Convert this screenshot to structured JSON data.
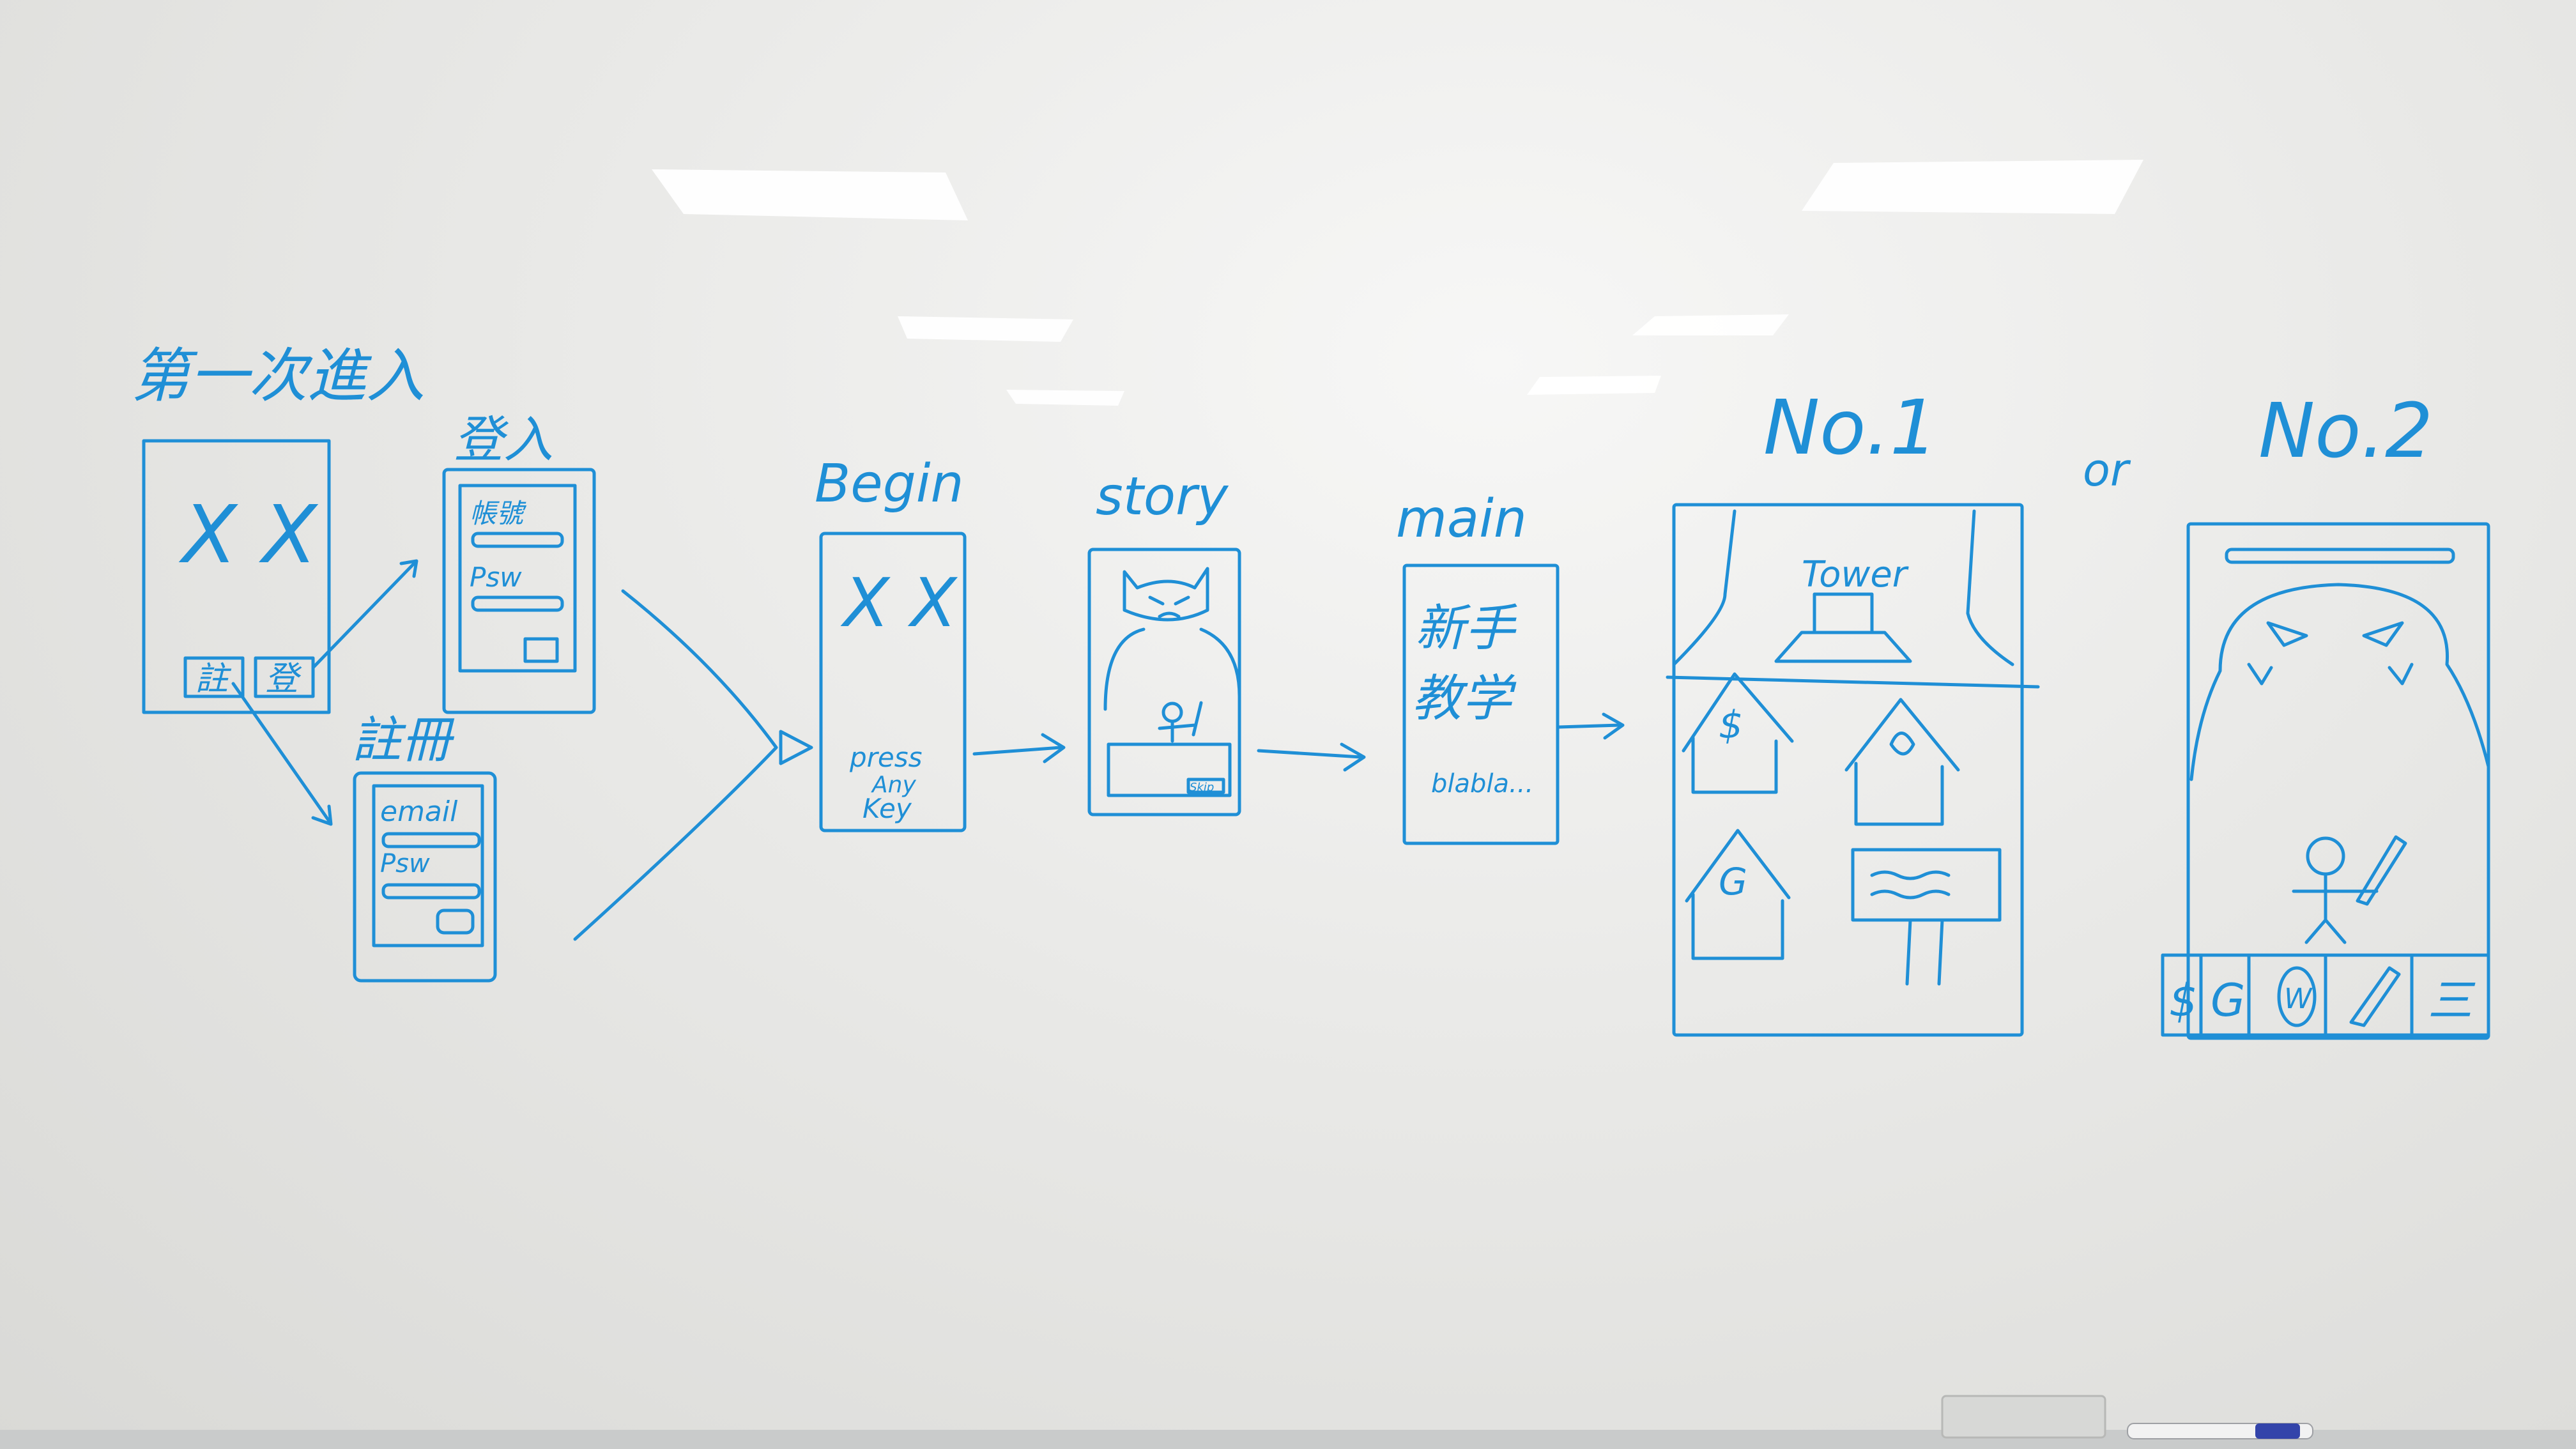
{
  "board": {
    "ink_color": "#1f8fd6",
    "background": "#e6e6e4"
  },
  "labels": {
    "first_entry": "第一次進入",
    "login": "登入",
    "register": "註冊",
    "begin": "Begin",
    "story": "story",
    "main": "main",
    "no1": "No.1",
    "or": "or",
    "no2": "No.2"
  },
  "screens": {
    "first_entry": {
      "title_mark": "X X",
      "btn_register": "註",
      "btn_login": "登"
    },
    "login": {
      "field_1": "帳號",
      "field_2": "Psw"
    },
    "register": {
      "field_1": "email",
      "field_2": "Psw"
    },
    "begin": {
      "title_mark": "X X",
      "press_1": "press",
      "press_2": "Any",
      "press_3": "Key"
    },
    "story": {
      "skip": "Skip"
    },
    "main": {
      "line_1": "新手",
      "line_2": "教学",
      "line_3": "blabla..."
    },
    "no1": {
      "tower": "Tower",
      "house_1": "$",
      "house_3": "G"
    },
    "no2": {
      "menu_1": "$",
      "menu_2": "G",
      "menu_3": "W",
      "menu_5": "三"
    }
  }
}
